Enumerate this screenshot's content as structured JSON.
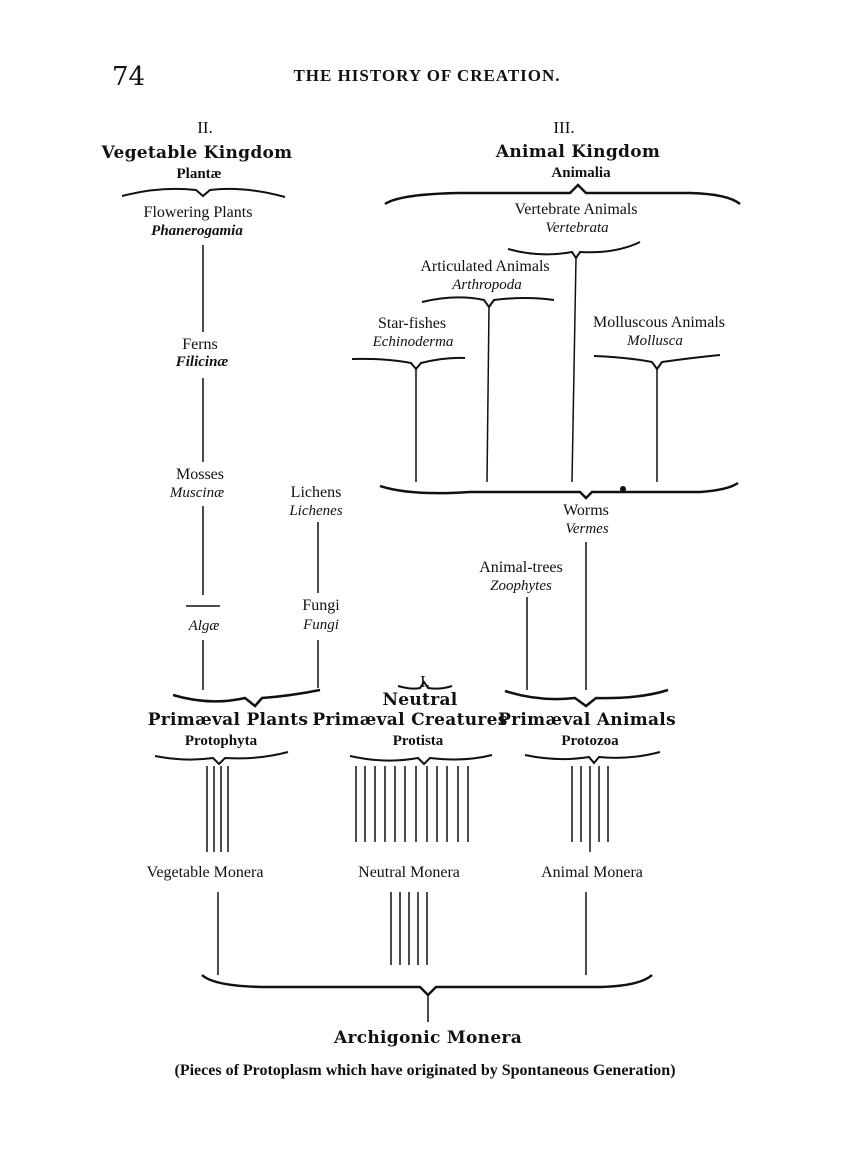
{
  "header": {
    "page_number": "74",
    "running_title": "THE HISTORY OF CREATION."
  },
  "kingdoms": {
    "vegetable": {
      "numeral": "II.",
      "name": "Vegetable Kingdom",
      "latin": "Plantæ"
    },
    "animal": {
      "numeral": "III.",
      "name": "Animal Kingdom",
      "latin": "Animalia"
    },
    "neutral": {
      "numeral": "I.",
      "name_line1": "Neutral",
      "name_line2": "Primæval Creatures",
      "latin": "Protista"
    }
  },
  "plants": {
    "flowering": {
      "name": "Flowering Plants",
      "latin": "Phanerogamia"
    },
    "ferns": {
      "name": "Ferns",
      "latin": "Filicinæ"
    },
    "mosses": {
      "name": "Mosses",
      "latin": "Muscinæ"
    },
    "lichens": {
      "name": "Lichens",
      "latin": "Lichenes"
    },
    "algae": {
      "name": "Algæ"
    },
    "fungi": {
      "name": "Fungi",
      "latin": "Fungi"
    }
  },
  "animals": {
    "vertebrates": {
      "name": "Vertebrate Animals",
      "latin": "Vertebrata"
    },
    "articulated": {
      "name": "Articulated Animals",
      "latin": "Arthropoda"
    },
    "starfishes": {
      "name": "Star-fishes",
      "latin": "Echinoderma"
    },
    "molluscs": {
      "name": "Molluscous Animals",
      "latin": "Mollusca"
    },
    "worms": {
      "name": "Worms",
      "latin": "Vermes"
    },
    "animal_trees": {
      "name": "Animal-trees",
      "latin": "Zoophytes"
    }
  },
  "primaeval": {
    "plants": {
      "name": "Primæval Plants",
      "latin": "Protophyta"
    },
    "animals": {
      "name": "Primæval Animals",
      "latin": "Protozoa"
    }
  },
  "monera": {
    "vegetable": "Vegetable Monera",
    "neutral": "Neutral Monera",
    "animal": "Animal Monera",
    "root": "Archigonic Monera",
    "caption": "(Pieces of Protoplasm which have originated by Spontaneous Generation)"
  }
}
